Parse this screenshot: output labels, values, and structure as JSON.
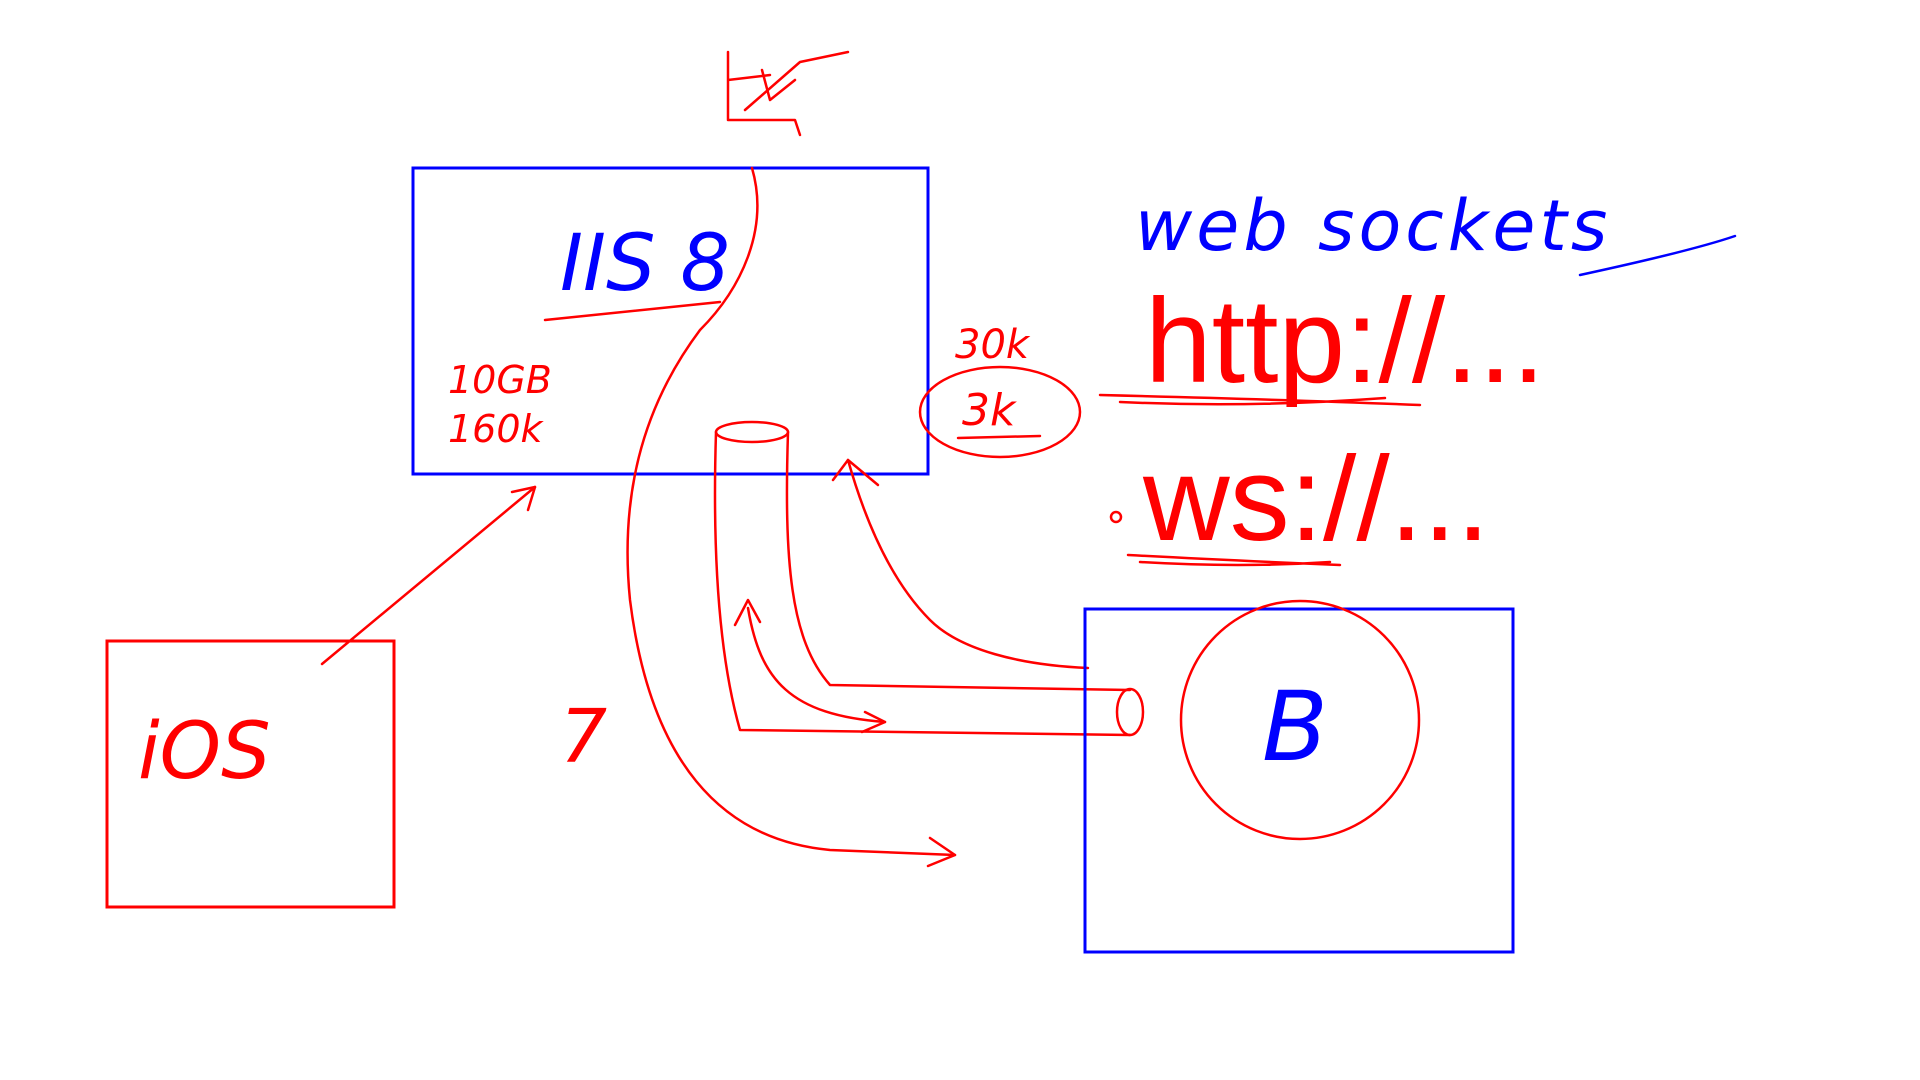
{
  "colors": {
    "ink_red": "#ff0000",
    "ink_blue": "#0000ff",
    "background": "#ffffff"
  },
  "labels": {
    "iis": "IIS 8",
    "ios": "iOS",
    "memory": "10GB",
    "connections": "160k",
    "number": "7",
    "count_top": "30k",
    "count_bottom": "3k",
    "server": "B",
    "websockets": "web sockets"
  },
  "protocols": {
    "http": "http://...",
    "ws": "ws://..."
  },
  "icons": {
    "database": "database-icon"
  }
}
